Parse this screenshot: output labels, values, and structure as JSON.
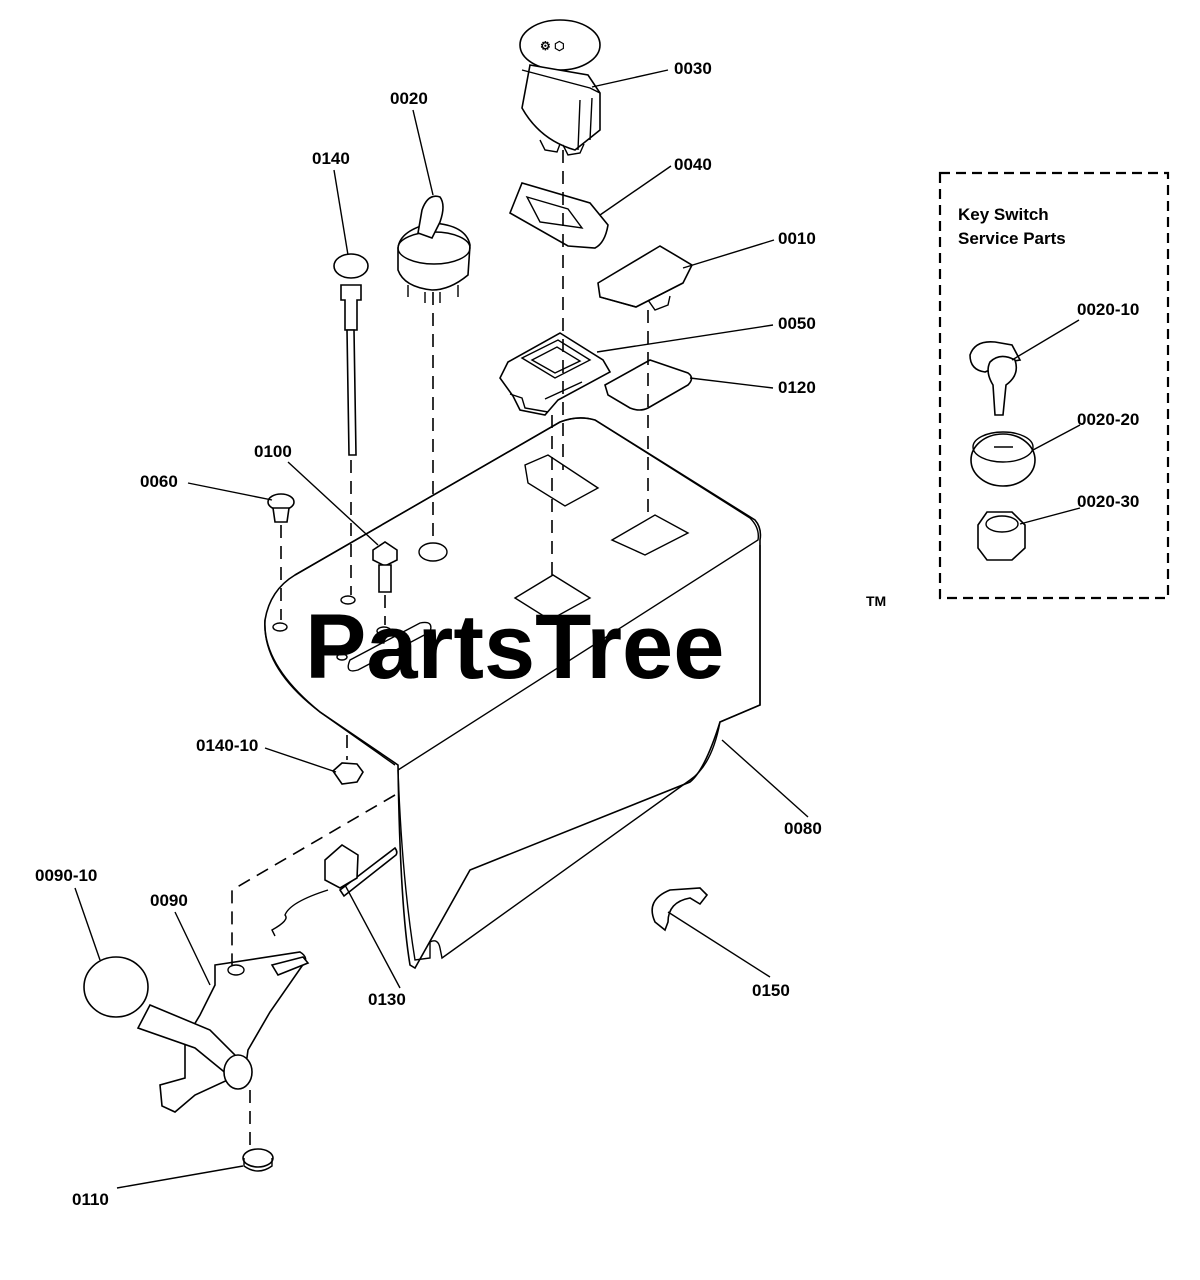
{
  "watermark": {
    "text": "PartsTree",
    "tm": "TM"
  },
  "legend_box": {
    "title_line1": "Key Switch",
    "title_line2": "Service Parts"
  },
  "callouts": {
    "p0010": "0010",
    "p0020": "0020",
    "p0030": "0030",
    "p0040": "0040",
    "p0050": "0050",
    "p0060": "0060",
    "p0080": "0080",
    "p0090": "0090",
    "p0090_10": "0090-10",
    "p0100": "0100",
    "p0110": "0110",
    "p0120": "0120",
    "p0130": "0130",
    "p0140": "0140",
    "p0140_10": "0140-10",
    "p0150": "0150",
    "p0020_10": "0020-10",
    "p0020_20": "0020-20",
    "p0020_30": "0020-30"
  }
}
